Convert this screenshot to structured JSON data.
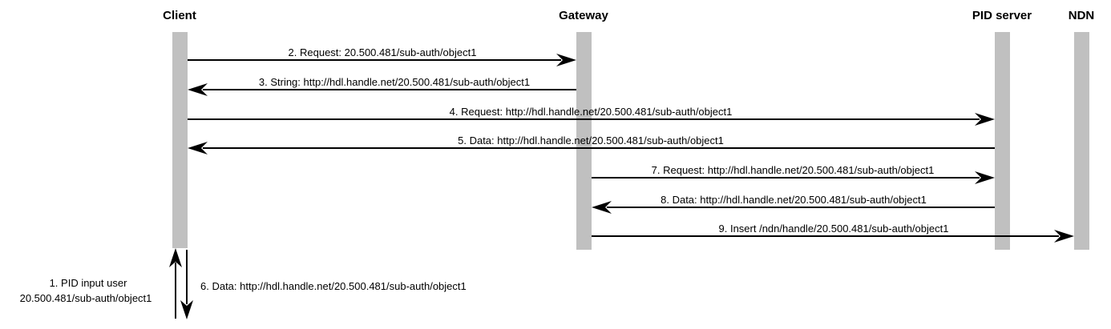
{
  "actors": [
    {
      "id": "client",
      "label": "Client"
    },
    {
      "id": "gateway",
      "label": "Gateway"
    },
    {
      "id": "pid",
      "label": "PID server"
    },
    {
      "id": "ndn",
      "label": "NDN"
    }
  ],
  "messages": [
    {
      "label": "2. Request: 20.500.481/sub-auth/object1",
      "from": "client",
      "to": "gateway"
    },
    {
      "label": "3. String: http://hdl.handle.net/20.500.481/sub-auth/object1",
      "from": "gateway",
      "to": "client"
    },
    {
      "label": "4. Request: http://hdl.handle.net/20.500.481/sub-auth/object1",
      "from": "client",
      "to": "pid"
    },
    {
      "label": "5. Data: http://hdl.handle.net/20.500.481/sub-auth/object1",
      "from": "pid",
      "to": "client"
    },
    {
      "label": "7. Request: http://hdl.handle.net/20.500.481/sub-auth/object1",
      "from": "gateway",
      "to": "pid"
    },
    {
      "label": "8. Data: http://hdl.handle.net/20.500.481/sub-auth/object1",
      "from": "pid",
      "to": "gateway"
    },
    {
      "label": "9. Insert /ndn/handle/20.500.481/sub-auth/object1",
      "from": "gateway",
      "to": "ndn"
    }
  ],
  "user_input": {
    "line1": "1. PID input user",
    "line2": "20.500.481/sub-auth/object1"
  },
  "user_output": {
    "label": "6. Data: http://hdl.handle.net/20.500.481/sub-auth/object1"
  }
}
